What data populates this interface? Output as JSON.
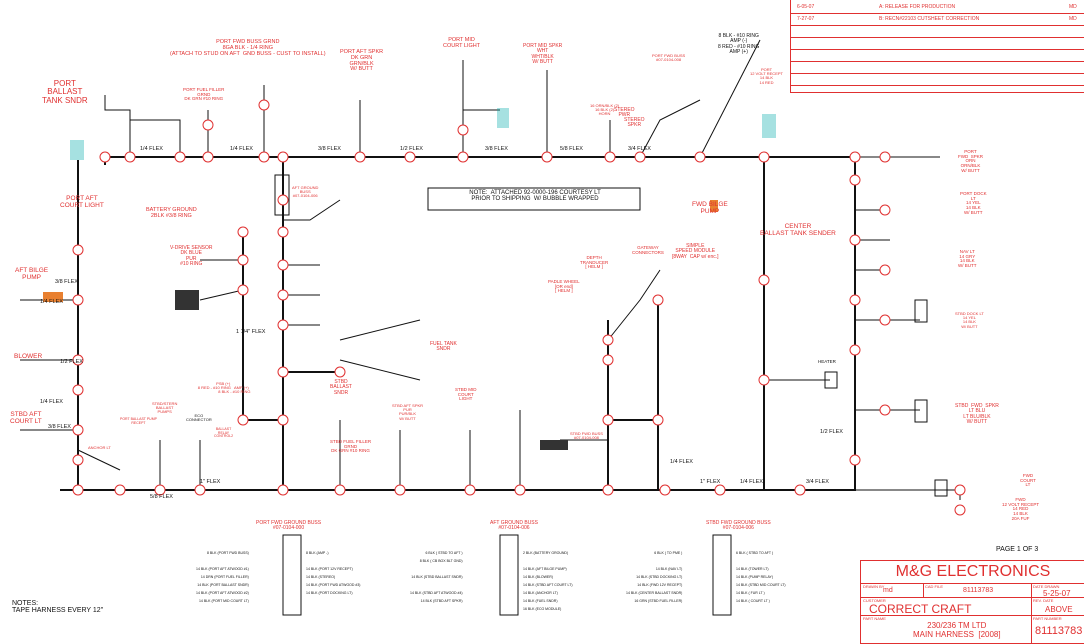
{
  "revisions": [
    {
      "date": "6-05-07",
      "desc": "A: RELEASE FOR PRODUCTION",
      "by": "MD"
    },
    {
      "date": "7-27-07",
      "desc": "B: RECN#22103 CUTSHEET CORRECTION",
      "by": "MD"
    }
  ],
  "labels": {
    "port_ballast": "PORT\nBALLAST\nTANK SNDR",
    "port_fwd_buss_grnd": "PORT FWD BUSS GRND\n8GA BLK - 1/4 RING\n(ATTACH TO STUD ON AFT  GND BUSS - CUST TO INSTALL)",
    "port_fuel_filler": "PORT FUEL FILLER\nGRND\nDK GRN #10 RING",
    "port_aft_spkr": "PORT AFT SPKR\nDK GRN\nGRN/BLK\nW/ BUTT",
    "port_mid_court": "PORT MID\nCOURT LIGHT",
    "port_mid_spkr": "PORT MID SPKR\nWHT\nWHT/BLK\nW/ BUTT",
    "port_fwd_buss": "PORT FWD BUSS\n#07-0104-008",
    "amp_ring": "8 BLK - #10 RING\nAMP (-)\n8 RED - #10 RING\nAMP (+)",
    "port_12v": "PORT\n12 VOLT RECEPT\n14 BLK\n14 RED",
    "horn": "16 ORN/BLK (2)\n16 BLK (2)\nHORN",
    "stereo_pwr": "STEREO\nPWR",
    "stereo_spkr": "STEREO\nSPKR",
    "port_fwd_spkr": "PORT\nFWD  SPKR\nORN\nORN/BLK\nW/ BUTT",
    "port_dock": "PORT DOCK\nLT\n14 YEL\n14 BLK\nW/ BUTT",
    "port_aft_court": "PORT AFT\nCOURT LIGHT",
    "aft_ground_buss_top": "AFT GROUND\nBUSS\n#07-0104-006",
    "note": "NOTE:  ATTACHED 92-0000-196 COURTESY LT\nPRIOR TO SHIPPING  W/ BUBBLE WRAPPED",
    "fwd_bilge": "FWD BILGE\nPUMP",
    "center_ballast": "CENTER\nBALLAST TANK SENDER",
    "battery_ground": "BATTERY GROUND\n2BLK #3/8 RING",
    "vdrive": "V-DRIVE SENSOR\nDK BLUE\nPUR\n#10 RING",
    "gateway": "GATEWAY\nCONNECTORS",
    "simple_speed": "SIMPLE\nSPEED MODULE\n[8WAY  CAP w/ enc.]",
    "depth_tranducer": "DEPTH\nTRANDUCER\n[ HELM ]",
    "paddle_wheel": "PADLE WHEEL\n[OR end]\n[ HELM ]",
    "nav_lt": "NAV LT\n14 GRY\n14 BLK\nW/ BUTT",
    "aft_bilge": "AFT BILGE\nPUMP",
    "blower": "BLOWER",
    "fuel_tank": "FUEL TANK\nSNDR",
    "stbd_dock": "STBD DOCK LT\n14 YEL\n14 BLK\nW/ BUTT",
    "stbd_aft_court": "STBD AFT\nCOURT LT",
    "stbd_ballast": "STBD\nBALLAST\nSNDR",
    "stbd_aft_spkr": "STBD AFT SPKR\nPUR\nPUR/BLK\nW/ BUTT",
    "stbd_mid_court": "STBD MID\nCOURT\nLIGHT",
    "heater": "HEATER",
    "stbd_fwd_spkr": "STBD  FWD  SPKR\nLT BLU\nLT BLU/BLK\nW/ BUTT",
    "stbd_fuel_filler": "STBD FUEL FILLER\nGRND\nDK GRN #10 RING",
    "fwd_court": "FWD\nCOURT\nLT",
    "fwd_12v": "FWD\n12 VOLT RECEPT\n14 RED\n14 BLK\n20A FUF",
    "stbd_fwd_buss": "STBD FWD BUSS\n#07-0104-008",
    "anchor_lt": "ANCHOR LT",
    "port_ballast_pump": "PORT BALLAST PUMP\nRECEPT",
    "stbd_ballast_pumps": "STBD/STERN\nBALLAST\nPUMPS",
    "eco_connector": "ECO\nCONNECTOR",
    "ballast_relay": "BALLAST\nRELAY\nCONTROL2",
    "amp_aft": "PSB (+)\n8 RED - #10 RING   AMP (+)\n                    8 BLK - #10 RING",
    "port_fwd_ground_buss": "PORT FWD GROUND BUSS\n#07-0104-000",
    "aft_ground_buss": "AFT GROUND BUSS\n#07-0104-006",
    "stbd_fwd_ground_buss": "STBD FWD GROUND BUSS\n#07-0104-006",
    "page": "PAGE 1 OF 3",
    "notes": "NOTES:\nTAPE HARNESS EVERY 12\""
  },
  "flex_labels": [
    "1/4 FLEX",
    "1/4 FLEX",
    "3/8 FLEX",
    "1/2 FLEX",
    "3/8 FLEX",
    "5/8 FLEX",
    "3/4 FLEX",
    "3/8 FLEX",
    "1/4 FLEX",
    "1/2 FLEX",
    "1/4 FLEX",
    "3/8 FLEX",
    "1\" FLEX",
    "5/8 FLEX",
    "1 1/4\" FLEX",
    "3/4  FLEX",
    "1/2 FLEX",
    "1\" FLEX",
    "1/4 FLEX",
    "1/4 FLEX"
  ],
  "buss_left": [
    "8 BLK (PORT FWD BUSS)",
    "",
    "14 BLK (PORT AFT ATWOOD #1)",
    "14 DRN (PORT FUEL FILLER)",
    "14 BLK (PORT BALLAST SNDR)",
    "14 BLK (PORT AFT ATWOOD #2)",
    "14 BLK (PORT MID COURT LT)"
  ],
  "buss_left_r": [
    "8 BLK (AMP -)",
    "",
    "14 BLK (PORT 12V RECEPT)",
    "14 BLK (STEREO)",
    "14 BLK (PORT FWD ATWOOD #3)",
    "14 BLK (PORT DOCKING LT)",
    ""
  ],
  "buss_mid": [
    "6 BLK ( STBD TO AFT )",
    "8 BLK ( CB BOX BLT GND)",
    "",
    "14 BLK (STBD BALLAST SNDR)",
    "",
    "14 BLK (STBD AFT ATWOOD #4)",
    "14 BLK (STBD AFT SPKR)"
  ],
  "buss_mid_r": [
    "2 BLK (BATTERY GROUND)",
    "",
    "14 BLK (AFT BILGE PUMP)",
    "14 BLK (BLOWER)",
    "14 BLK (STBD AFT COURT LT)",
    "14 BLK (ANCHOR LT)",
    "14 BLK (FUEL SNDR)",
    "16 BLK (ECO MODULE)"
  ],
  "buss_right": [
    "6 BLK ( TO PME )",
    "",
    "14 BLK (NAV LT)",
    "14 BLK (STBD DOCKING LT)",
    "14 BLK (FWD 12V RECEPT)",
    "14 BLK (CENTER BALLAST SNDR)",
    "16 GRN (STBD FUEL FILLER)"
  ],
  "buss_right_r": [
    "6 BLK ( STBD TO AFT )",
    "",
    "14 BLK (TOWER LT)",
    "14 BLK (PUMP RELAY)",
    "14 BLK (STBD MID COURT LT)",
    "14 BLK ( FUR LT )",
    "14 BLK ( COURT LT )"
  ],
  "title_block": {
    "company": "M&G ELECTRONICS",
    "drawn_by_label": "DRAWN BY",
    "drawn_by": "md",
    "cad_file_label": "CAD FILE",
    "cad_file": "81113783",
    "date_drawn_label": "DATE DRAWN",
    "date_drawn": "5-25-07",
    "customer_label": "CUSTOMER",
    "customer": "CORRECT CRAFT",
    "rev_date_label": "REV. DATE",
    "rev_date": "ABOVE",
    "part_name_label": "PART NAME",
    "part_name": "230/236 TM LTD\nMAIN HARNESS  [2008]",
    "part_number_label": "PART NUMBER",
    "part_number": "81113783"
  }
}
